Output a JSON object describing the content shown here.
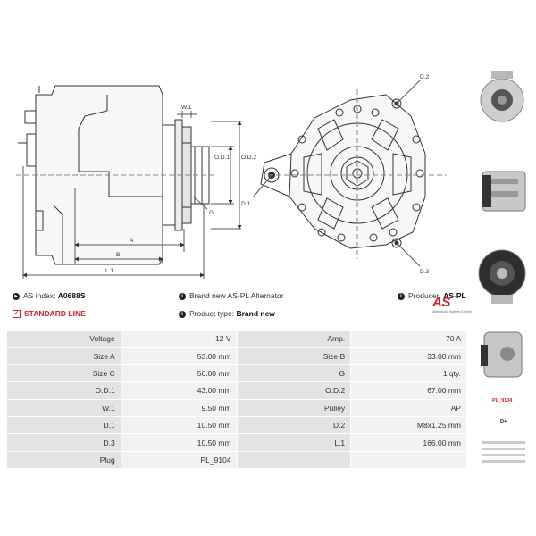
{
  "drawing_labels": {
    "w1": "W.1",
    "od1": "O.D.1",
    "od2": "O.D.2",
    "g": "G",
    "a": "A",
    "b": "B",
    "l1": "L.1",
    "d1": "D.1",
    "d2": "D.2",
    "d3": "D.3"
  },
  "info": {
    "as_index_label": "AS index:",
    "as_index_value": "A0688S",
    "brand_text": "Brand new AS-PL Alternator",
    "producer_label": "Producer:",
    "producer_value": "AS-PL",
    "standard_line": "STANDARD LINE",
    "product_type_label": "Product type:",
    "product_type_value": "Brand new"
  },
  "logo": {
    "brand": "AS",
    "tagline": "Alternators, Starters & Parts"
  },
  "specs": [
    {
      "l1": "Voltage",
      "v1": "12 V",
      "l2": "Amp.",
      "v2": "70 A"
    },
    {
      "l1": "Size A",
      "v1": "53.00 mm",
      "l2": "Size B",
      "v2": "33.00 mm"
    },
    {
      "l1": "Size C",
      "v1": "56.00 mm",
      "l2": "G",
      "v2": "1 qty."
    },
    {
      "l1": "O.D.1",
      "v1": "43.00 mm",
      "l2": "O.D.2",
      "v2": "67.00 mm"
    },
    {
      "l1": "W.1",
      "v1": "9.50 mm",
      "l2": "Pulley",
      "v2": "AP"
    },
    {
      "l1": "D.1",
      "v1": "10.50 mm",
      "l2": "D.2",
      "v2": "M8x1.25 mm"
    },
    {
      "l1": "D.3",
      "v1": "10.50 mm",
      "l2": "L.1",
      "v2": "166.00 mm"
    },
    {
      "l1": "Plug",
      "v1": "PL_9104",
      "l2": "",
      "v2": ""
    }
  ],
  "plug": {
    "code": "PL_9104",
    "terminal": "D+"
  },
  "colors": {
    "accent": "#d32027",
    "label_cell": "#e3e3e3",
    "value_cell": "#f2f2f2"
  }
}
